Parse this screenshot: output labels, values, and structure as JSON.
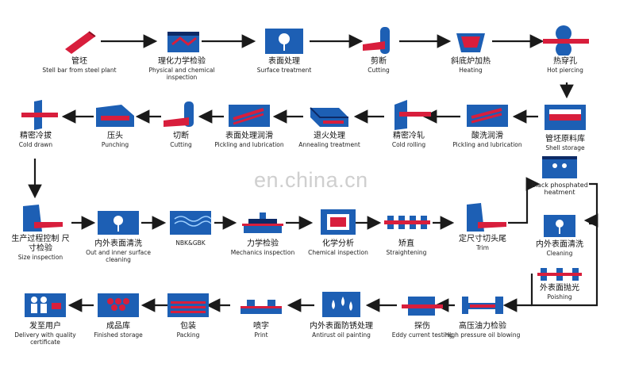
{
  "watermark": "en.china.cn",
  "steps": [
    {
      "cn": "管坯",
      "en": "Stell bar from steel plant",
      "icon": "steel-bar-icon"
    },
    {
      "cn": "理化力学检验",
      "en": "Physical and chemical inspection",
      "icon": "inspection-box-icon"
    },
    {
      "cn": "表面处理",
      "en": "Surface treatment",
      "icon": "surface-treatment-icon"
    },
    {
      "cn": "剪断",
      "en": "Cutting",
      "icon": "cutter-icon"
    },
    {
      "cn": "斜底炉加热",
      "en": "Heating",
      "icon": "furnace-icon"
    },
    {
      "cn": "热穿孔",
      "en": "Hot piercing",
      "icon": "piercing-rolls-icon"
    },
    {
      "cn": "管坯原料库",
      "en": "Shell storage",
      "icon": "storage-bin-icon"
    },
    {
      "cn": "酸洗润滑",
      "en": "Pickling and lubrication",
      "icon": "pickling-tank-icon"
    },
    {
      "cn": "精密冷轧",
      "en": "Cold rolling",
      "icon": "cold-rolling-icon"
    },
    {
      "cn": "退火处理",
      "en": "Annealing treatment",
      "icon": "annealing-furnace-icon"
    },
    {
      "cn": "表面处理润滑",
      "en": "Pickling and lubrication",
      "icon": "lubrication-tank-icon"
    },
    {
      "cn": "切断",
      "en": "Cutting",
      "icon": "cutter-icon"
    },
    {
      "cn": "压头",
      "en": "Punching",
      "icon": "punching-press-icon"
    },
    {
      "cn": "精密冷拔",
      "en": "Cold drawn",
      "icon": "cold-drawing-icon"
    },
    {
      "cn": "生产过程控制 尺寸检验",
      "en": "Size inspection",
      "icon": "size-inspection-icon"
    },
    {
      "cn": "内外表面清洗",
      "en": "Out and inner surface cleaning",
      "icon": "cleaning-box-icon"
    },
    {
      "cn": "",
      "en": "NBK&GBK",
      "icon": "heat-treatment-icon"
    },
    {
      "cn": "力学检验",
      "en": "Mechanics inspection",
      "icon": "mechanics-test-icon"
    },
    {
      "cn": "化学分析",
      "en": "Chemical inspection",
      "icon": "chemical-monitor-icon"
    },
    {
      "cn": "矫直",
      "en": "Straightening",
      "icon": "straightening-rolls-icon"
    },
    {
      "cn": "定尺寸切头尾",
      "en": "Trim",
      "icon": "trim-machine-icon"
    },
    {
      "cn": "",
      "en": "Black phosphated heatment",
      "icon": "phosphating-tank-icon"
    },
    {
      "cn": "内外表面清洗",
      "en": "Cleaning",
      "icon": "cleaning-box-icon"
    },
    {
      "cn": "外表面抛光",
      "en": "Poishing",
      "icon": "polishing-rolls-icon"
    },
    {
      "cn": "高压油力检验",
      "en": "High pressure oil blowing",
      "icon": "oil-blowing-icon"
    },
    {
      "cn": "探伤",
      "en": "Eddy current testing",
      "icon": "eddy-current-icon"
    },
    {
      "cn": "内外表面防锈处理",
      "en": "Antirust oil painting",
      "icon": "oil-drops-icon"
    },
    {
      "cn": "喷字",
      "en": "Print",
      "icon": "print-machine-icon"
    },
    {
      "cn": "包装",
      "en": "Packing",
      "icon": "packing-bundle-icon"
    },
    {
      "cn": "成品库",
      "en": "Finished storage",
      "icon": "finished-storage-icon"
    },
    {
      "cn": "发至用户",
      "en": "Delivery with quality certificate",
      "icon": "customers-icon"
    }
  ],
  "colors": {
    "primary": "#1d5fb4",
    "dark": "#0d2a66",
    "accent": "#d81e3c",
    "arrow": "#1a1a1a"
  }
}
